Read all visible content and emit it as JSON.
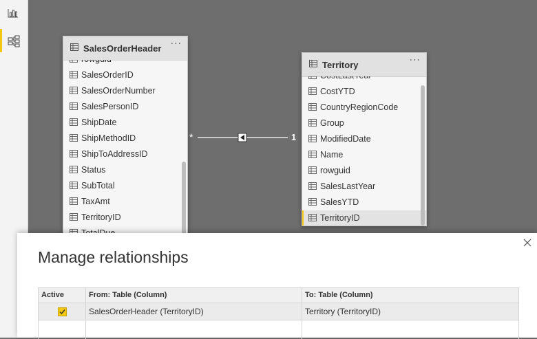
{
  "colors": {
    "accent": "#f2c811",
    "canvas": "#6e6e6e"
  },
  "nav": {
    "items": [
      {
        "name": "report-view-icon",
        "active": false
      },
      {
        "name": "model-view-icon",
        "active": true
      }
    ]
  },
  "tables": {
    "sales_order_header": {
      "title": "SalesOrderHeader",
      "more": "···",
      "fields": [
        "rowguid",
        "SalesOrderID",
        "SalesOrderNumber",
        "SalesPersonID",
        "ShipDate",
        "ShipMethodID",
        "ShipToAddressID",
        "Status",
        "SubTotal",
        "TaxAmt",
        "TerritoryID",
        "TotalDue"
      ]
    },
    "territory": {
      "title": "Territory",
      "more": "···",
      "fields": [
        "CostLastYear",
        "CostYTD",
        "CountryRegionCode",
        "Group",
        "ModifiedDate",
        "Name",
        "rowguid",
        "SalesLastYear",
        "SalesYTD",
        "TerritoryID"
      ],
      "selected_field": "TerritoryID"
    }
  },
  "relationship": {
    "from_cardinality": "*",
    "to_cardinality": "1",
    "filter_direction": "single"
  },
  "dialog": {
    "title": "Manage relationships",
    "columns": {
      "active": "Active",
      "from": "From: Table (Column)",
      "to": "To: Table (Column)"
    },
    "rows": [
      {
        "active": true,
        "from": "SalesOrderHeader (TerritoryID)",
        "to": "Territory (TerritoryID)"
      }
    ]
  }
}
